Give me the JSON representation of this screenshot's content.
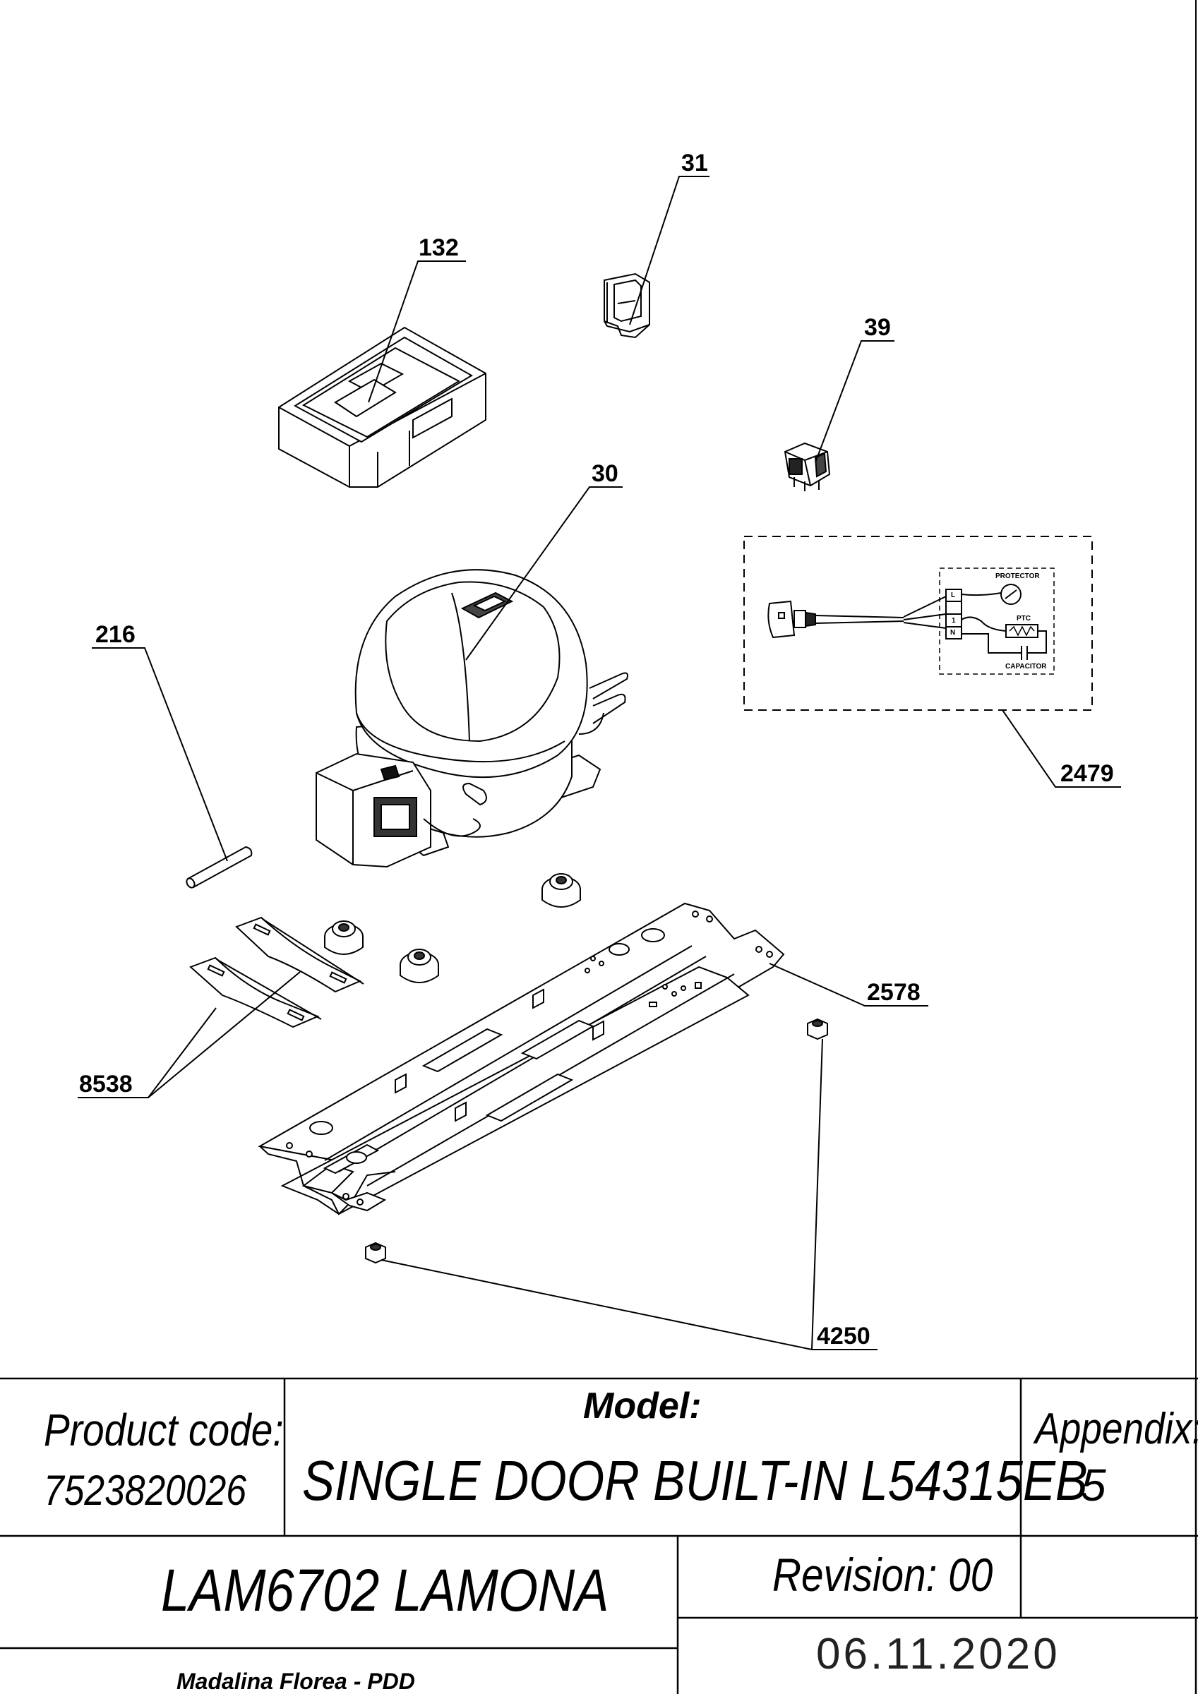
{
  "parts": {
    "c31": "31",
    "c132": "132",
    "c39": "39",
    "c30": "30",
    "c216": "216",
    "c2479": "2479",
    "c2578": "2578",
    "c8538": "8538",
    "c4250": "4250"
  },
  "schematic": {
    "protector": "PROTECTOR",
    "ptc": "PTC",
    "capacitor": "CAPACITOR",
    "term_top": "L",
    "term_mid": "1",
    "term_n": "N"
  },
  "title_block": {
    "product_code_label": "Product code:",
    "product_code": "7523820026",
    "model_label": "Model:",
    "model": "SINGLE DOOR BUILT-IN L54315EB",
    "appendix_label": "Appendix:",
    "appendix": "5",
    "product_name": "LAM6702 LAMONA",
    "revision": "Revision: 00",
    "date": "06.11.2020",
    "author": "Madalina Florea - PDD"
  }
}
